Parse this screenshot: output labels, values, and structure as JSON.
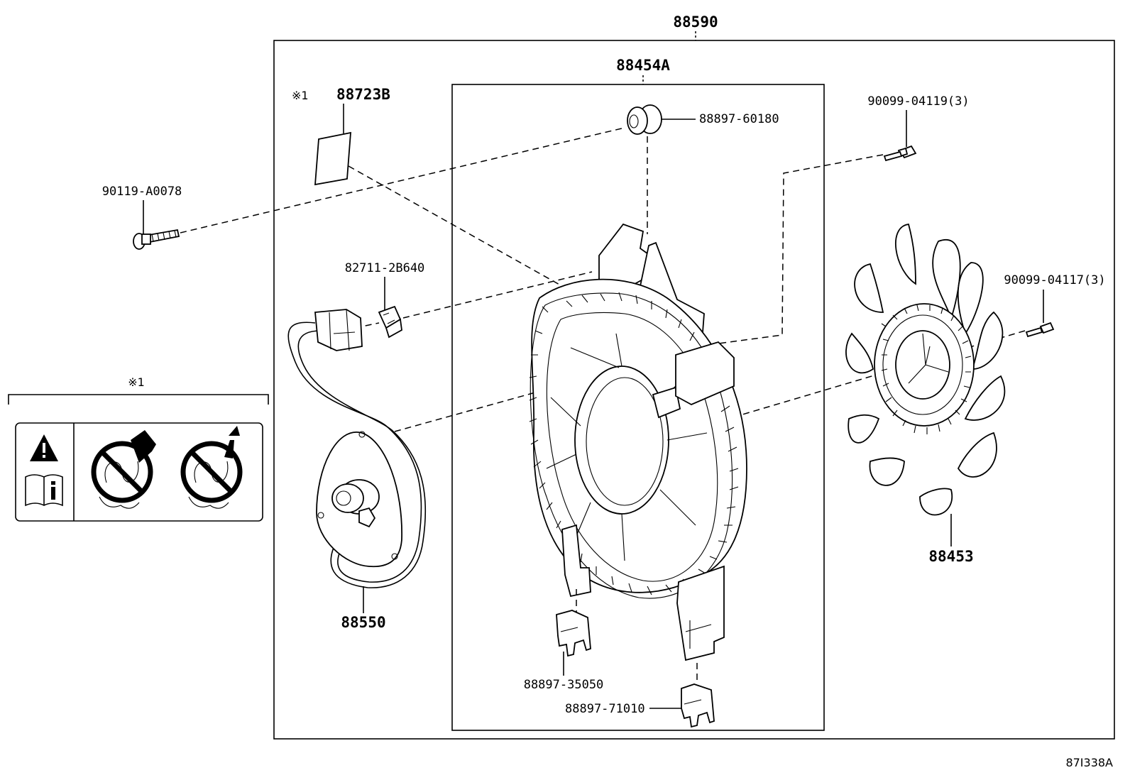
{
  "labels": {
    "assembly": "88590",
    "shroud": "88454A",
    "caution_label": "88723B",
    "caution_mark": "※1",
    "bolt_left": "90119-A0078",
    "grommet": "88897-60180",
    "screw_top_right": "90099-04119(3)",
    "screw_right": "90099-04117(3)",
    "connector_clip": "82711-2B640",
    "motor": "88550",
    "fan": "88453",
    "clip_lower": "88897-35050",
    "clip_bottom": "88897-71010",
    "legend_mark": "※1",
    "drawing_id": "87I338A"
  },
  "icons": {
    "warning": "warning-triangle-icon",
    "manual": "read-manual-icon",
    "no_hand": "no-hand-in-fan-icon",
    "no_tool": "no-tool-in-fan-icon"
  },
  "colors": {
    "line": "#000000",
    "background": "#ffffff"
  }
}
